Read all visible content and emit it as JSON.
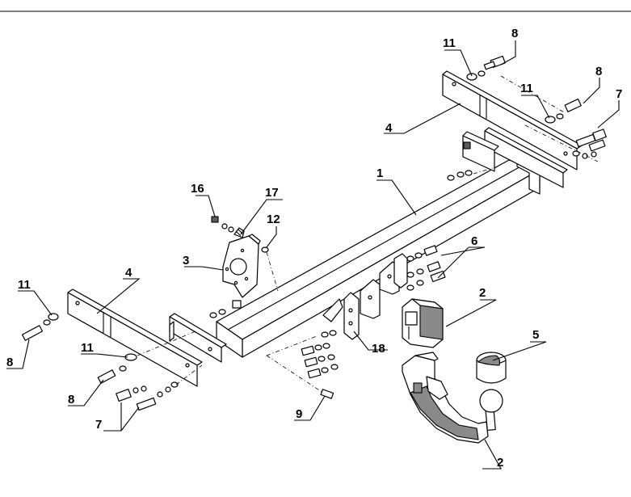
{
  "diagram": {
    "callouts": {
      "c1": "1",
      "c2a": "2",
      "c2b": "2",
      "c3": "3",
      "c4a": "4",
      "c4b": "4",
      "c5": "5",
      "c6": "6",
      "c7a": "7",
      "c7b": "7",
      "c8a": "8",
      "c8b": "8",
      "c8c": "8",
      "c8d": "8",
      "c9": "9",
      "c11a": "11",
      "c11b": "11",
      "c11c": "11",
      "c11d": "11",
      "c12": "12",
      "c16": "16",
      "c17": "17",
      "c18": "18"
    }
  }
}
